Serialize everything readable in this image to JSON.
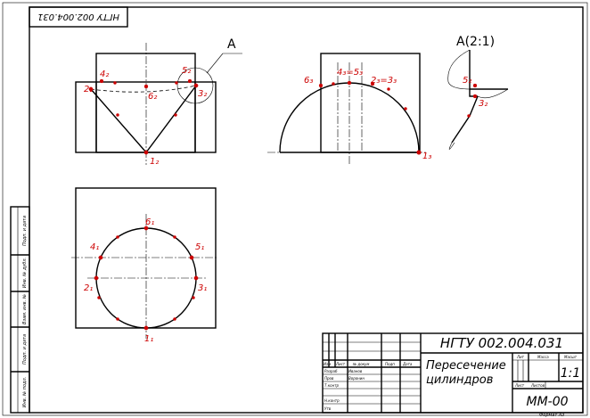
{
  "stamp_top": "НГТУ 002.004.031",
  "view_a_label": "А",
  "detail_label": "А(2:1)",
  "points_front": {
    "p1": "1₂",
    "p2": "2₂",
    "p3": "3₂",
    "p4": "4₂",
    "p5": "5₂",
    "p6": "6₂"
  },
  "points_side": {
    "p1": "1₃",
    "p4_5": "4₃=5₃",
    "p2_3": "2₃=3₃",
    "p6": "6₃"
  },
  "points_top": {
    "p1": "1₁",
    "p2": "2₁",
    "p3": "3₁",
    "p4": "4₁",
    "p5": "5₁",
    "p6": "6₁"
  },
  "points_detail": {
    "p5": "5₂",
    "p3": "3₂"
  },
  "title_block": {
    "doc_number": "НГТУ  002.004.031",
    "title_line1": "Пересечение",
    "title_line2": "цилиндров",
    "col_lit": "Лит",
    "col_mass": "Масса",
    "col_scale": "Масшт",
    "scale_value": "1:1",
    "sheet": "Лист",
    "sheets": "Листов",
    "group_code": "ММ-00",
    "row_change": "Изм",
    "row_sheet": "Лист",
    "row_doc": "№ докум",
    "row_sign": "Подп",
    "row_date": "Дата",
    "row_dev": "Разраб",
    "dev_name": "Иванов",
    "row_check": "Пров",
    "check_name": "Воронин",
    "row_tcontrol": "Т.контр",
    "row_ncontrol": "Н.контр",
    "row_approve": "Утв",
    "format": "Формат А3"
  },
  "side_strip": [
    "Подп. и дата",
    "Инв. № дубл.",
    "Взам. инв. №",
    "Подп. и дата",
    "Инв. № подл."
  ]
}
